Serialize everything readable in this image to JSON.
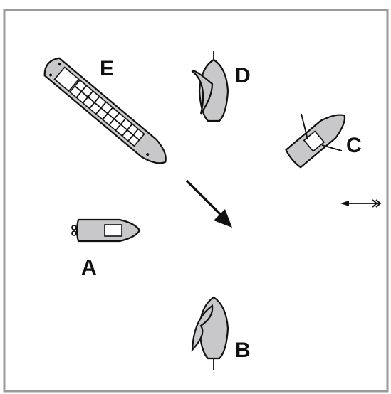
{
  "vessels": [
    {
      "id": "A",
      "label": "A",
      "kind": "motor-boat"
    },
    {
      "id": "B",
      "label": "B",
      "kind": "sailboat"
    },
    {
      "id": "C",
      "label": "C",
      "kind": "trawler"
    },
    {
      "id": "D",
      "label": "D",
      "kind": "sailboat"
    },
    {
      "id": "E",
      "label": "E",
      "kind": "cargo-ship"
    }
  ],
  "arrows": {
    "current": "current-arrow",
    "wind": "wind-arrow"
  },
  "colors": {
    "hull_fill": "#c8c8ca",
    "outline": "#111111",
    "frame": "#9a9a9a"
  }
}
